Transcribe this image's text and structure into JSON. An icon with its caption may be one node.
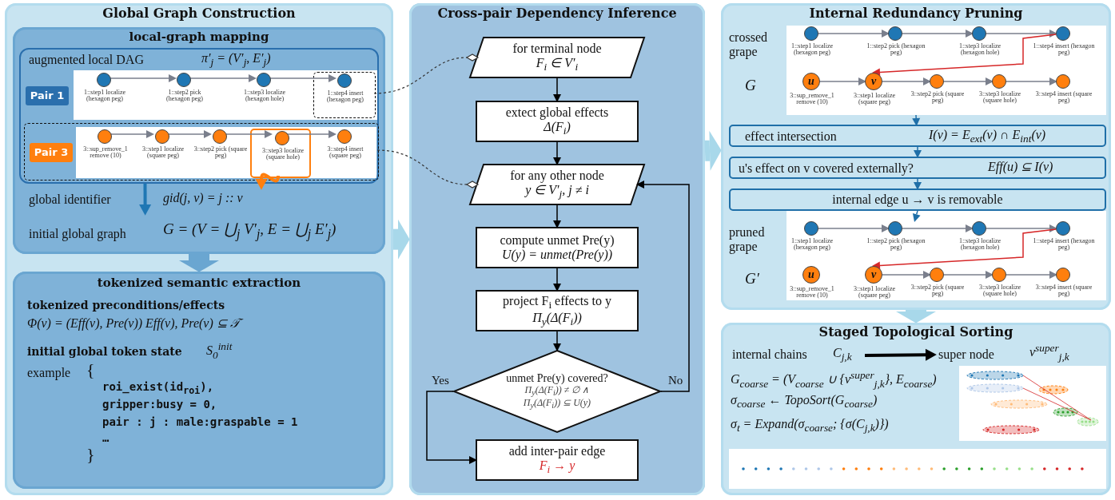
{
  "diagram": {
    "nodes": [
      {
        "text": [
          "Global Graph Construction"
        ]
      },
      {
        "text": [
          "local-graph mapping"
        ],
        "in": 0
      },
      {
        "text": [
          "augmented local DAG",
          "π′$_{j}$ = (V′$_{j}$, E′$_{j}$)"
        ],
        "in": 1
      },
      {
        "text": [
          "Pair 1"
        ],
        "in": 2
      },
      {
        "text": [],
        "shape": "circle",
        "in": 2,
        "beside": [
          "1::step1 localize (hexagon peg)"
        ]
      },
      {
        "text": [],
        "shape": "circle",
        "in": 2,
        "beside": [
          "1::step2 pick (hexagon peg)"
        ]
      },
      {
        "text": [],
        "shape": "circle",
        "in": 2,
        "beside": [
          "1::step3 localize (hexagon hole)"
        ]
      },
      {
        "text": [],
        "shape": "box",
        "in": 2
      },
      {
        "text": [],
        "shape": "circle",
        "in": 7,
        "beside": [
          "1::step4 insert (hexagon peg)"
        ]
      },
      {
        "text": [],
        "shape": "box",
        "in": 2
      },
      {
        "text": [
          "Pair 3"
        ],
        "in": 9
      },
      {
        "text": [],
        "shape": "circle",
        "in": 9,
        "beside": [
          "3::sup_remove_1 remove (10)"
        ]
      },
      {
        "text": [],
        "shape": "circle",
        "in": 9,
        "beside": [
          "3::step1 localize (square peg)"
        ]
      },
      {
        "text": [],
        "shape": "circle",
        "in": 9,
        "beside": [
          "3::step2 pick (square peg)"
        ]
      },
      {
        "text": [],
        "shape": "box",
        "in": 9
      },
      {
        "text": [],
        "shape": "circle",
        "in": 14,
        "beside": [
          "3::step3 localize (square hole)"
        ]
      },
      {
        "text": [],
        "shape": "circle",
        "in": 9,
        "beside": [
          "3::step4 insert (square peg)"
        ]
      },
      {
        "text": [
          "global identifier",
          "gid(j, v) = j :: v"
        ],
        "in": 1
      },
      {
        "text": [
          "initial global graph",
          "G = (V = ⋃$_{j}$ V′$_{j}$, E = ⋃$_{j}$ E′$_{j}$)"
        ],
        "in": 1
      },
      {
        "text": [
          "tokenized semantic extraction",
          "tokenized preconditions/effects",
          "Φ(v) = (Eff(v), Pre(v))    Eff(v), Pre(v) ⊆ 𝒯",
          "initial global token state",
          "S$_{0}$$^{init}$",
          "example",
          "{",
          "roi_exist(id$_{roi}$),",
          "gripper:busy = 0,",
          "pair : j : male:graspable = 1",
          "…",
          "}"
        ],
        "in": 0
      },
      {
        "text": [
          "Cross-pair Dependency Inference"
        ]
      },
      {
        "text": [
          "for terminal node",
          "F$_{i}$ ∈ V′$_{i}$"
        ],
        "in": 20
      },
      {
        "text": [
          "extect global effects",
          "Δ(F$_{i}$)"
        ],
        "in": 20
      },
      {
        "text": [
          "for any other node",
          "y ∈ V′$_{j}$, j ≠ i"
        ],
        "in": 20
      },
      {
        "text": [
          "compute unmet Pre(y)",
          "U(y) = unmet(Pre(y))"
        ],
        "in": 20
      },
      {
        "text": [
          "project F$_{i}$ effects to y",
          "Π$_{y}$(Δ(F$_{i}$))"
        ],
        "in": 20
      },
      {
        "text": [
          "unmet Pre(y) covered?",
          "Π$_{y}$(Δ(F$_{i}$)) ≠ ∅ ∧",
          "Π$_{y}$(Δ(F$_{i}$)) ⊆ U(y)"
        ],
        "in": 20
      },
      {
        "text": [
          "add inter-pair edge",
          "F$_{i}$ → y"
        ],
        "in": 20
      },
      {
        "text": [
          "Internal Redundancy Pruning"
        ]
      },
      {
        "text": [
          "crossed grape",
          "G"
        ],
        "in": 28
      },
      {
        "text": [],
        "shape": "circle",
        "in": 29,
        "beside": [
          "1::step1 localize (hexagon peg)"
        ]
      },
      {
        "text": [],
        "shape": "circle",
        "in": 29,
        "beside": [
          "1::step2 pick (hexagon peg)"
        ]
      },
      {
        "text": [],
        "shape": "circle",
        "in": 29,
        "beside": [
          "1::step3 localize (hexagon hole)"
        ]
      },
      {
        "text": [],
        "shape": "circle",
        "in": 29,
        "beside": [
          "1::step4 insert (hexagon peg)"
        ]
      },
      {
        "text": [
          "u"
        ],
        "in": 29,
        "beside": [
          "3::sup_remove_1 remove (10)"
        ]
      },
      {
        "text": [
          "v"
        ],
        "in": 29,
        "beside": [
          "3::step1 localize (square peg)"
        ]
      },
      {
        "text": [],
        "shape": "circle",
        "in": 29,
        "beside": [
          "3::step2 pick (square peg)"
        ]
      },
      {
        "text": [],
        "shape": "circle",
        "in": 29,
        "beside": [
          "3::step3 localize (square hole)"
        ]
      },
      {
        "text": [],
        "shape": "circle",
        "in": 29,
        "beside": [
          "3::step4 insert (square peg)"
        ]
      },
      {
        "text": [
          "effect intersection",
          "I(v) = E$_{ext}$(v) ∩ E$_{int}$(v)"
        ],
        "in": 28
      },
      {
        "text": [
          "u's effect on v covered externally?",
          "Eff(u) ⊆ I(v)"
        ],
        "in": 28
      },
      {
        "text": [
          "internal edge u → v is removable"
        ],
        "in": 28
      },
      {
        "text": [
          "pruned grape",
          "G′"
        ],
        "in": 28
      },
      {
        "text": [],
        "shape": "circle",
        "in": 42,
        "beside": [
          "1::step1 localize (hexagon peg)"
        ]
      },
      {
        "text": [],
        "shape": "circle",
        "in": 42,
        "beside": [
          "1::step2 pick (hexagon peg)"
        ]
      },
      {
        "text": [],
        "shape": "circle",
        "in": 42,
        "beside": [
          "1::step3 localize (hexagon hole)"
        ]
      },
      {
        "text": [],
        "shape": "circle",
        "in": 42,
        "beside": [
          "1::step4 insert (hexagon peg)"
        ]
      },
      {
        "text": [
          "u"
        ],
        "in": 42,
        "beside": [
          "3::sup_remove_1 remove (10)"
        ]
      },
      {
        "text": [
          "v"
        ],
        "in": 42,
        "beside": [
          "3::step1 localize (square peg)"
        ]
      },
      {
        "text": [],
        "shape": "circle",
        "in": 42,
        "beside": [
          "3::step2 pick (square peg)"
        ]
      },
      {
        "text": [],
        "shape": "circle",
        "in": 42,
        "beside": [
          "3::step3 localize (square hole)"
        ]
      },
      {
        "text": [],
        "shape": "circle",
        "in": 42,
        "beside": [
          "3::step4 insert (square peg)"
        ]
      },
      {
        "text": [
          "Staged Topological Sorting",
          "G$_{coarse}$ = (V$_{coarse}$ ∪ {v$^{super}$$_{j,k}$}, E$_{coarse}$)",
          "σ$_{coarse}$ ← TopoSort(G$_{coarse}$)",
          "σ$_{t}$ = Expand(σ$_{coarse}$; {σ(C$_{j,k}$)})"
        ]
      },
      {
        "text": [
          "internal chains",
          "C$_{j,k}$"
        ],
        "in": 52
      },
      {
        "text": [
          "super node",
          "v$^{super}$$_{j,k}$"
        ],
        "in": 52
      },
      {
        "text": [],
        "shape": "picture",
        "in": 52
      },
      {
        "text": [],
        "shape": "picture",
        "in": 52
      }
    ],
    "edges": [
      {
        "from": 4,
        "to": 5,
        "arrow": "to"
      },
      {
        "from": 5,
        "to": 6,
        "arrow": "to"
      },
      {
        "from": 6,
        "to": 8,
        "arrow": "to"
      },
      {
        "from": 11,
        "to": 12,
        "arrow": "to"
      },
      {
        "from": 12,
        "to": 13,
        "arrow": "to"
      },
      {
        "from": 13,
        "to": 15,
        "arrow": "to"
      },
      {
        "from": 15,
        "to": 16,
        "arrow": "to"
      },
      {
        "from": 7,
        "to": 21,
        "arrow": "other",
        "style": "dashed",
        "color": "#333333"
      },
      {
        "from": 9,
        "to": 23,
        "arrow": "other",
        "style": "dashed",
        "color": "#333333"
      },
      {
        "from": 14,
        "to": 17,
        "arrow": "to",
        "style": "thick",
        "color": "#ff7f0e"
      },
      {
        "from": 2,
        "to": 18,
        "arrow": "to",
        "style": "thick",
        "color": "#1f77b4"
      },
      {
        "from": 1,
        "to": 19,
        "arrow": "to",
        "style": "thick",
        "color": "#6aa6d1"
      },
      {
        "from": 0,
        "to": 20,
        "arrow": "to",
        "style": "thick",
        "color": "#a8d8ea"
      },
      {
        "from": 21,
        "to": 22,
        "arrow": "to",
        "color": "#000000"
      },
      {
        "from": 22,
        "to": 23,
        "arrow": "to",
        "color": "#000000"
      },
      {
        "from": 23,
        "to": 24,
        "arrow": "to",
        "color": "#000000"
      },
      {
        "from": 24,
        "to": 25,
        "arrow": "to",
        "color": "#000000"
      },
      {
        "from": 25,
        "to": 26,
        "arrow": "to",
        "color": "#000000"
      },
      {
        "from": 26,
        "to": 27,
        "arrow": "to",
        "label": "Yes",
        "color": "#000000"
      },
      {
        "from": 26,
        "to": 23,
        "arrow": "to",
        "label": "No",
        "color": "#000000"
      },
      {
        "from": 20,
        "to": 28,
        "arrow": "to",
        "style": "thick",
        "color": "#a8d8ea"
      },
      {
        "from": 30,
        "to": 31,
        "arrow": "to"
      },
      {
        "from": 31,
        "to": 32,
        "arrow": "to"
      },
      {
        "from": 32,
        "to": 33,
        "arrow": "to"
      },
      {
        "from": 34,
        "to": 35,
        "arrow": "to"
      },
      {
        "from": 35,
        "to": 36,
        "arrow": "to"
      },
      {
        "from": 36,
        "to": 37,
        "arrow": "to"
      },
      {
        "from": 37,
        "to": 38,
        "arrow": "to"
      },
      {
        "from": 33,
        "to": 35,
        "arrow": "to",
        "color": "#d62728"
      },
      {
        "from": 29,
        "to": 39,
        "arrow": "to",
        "color": "#1f6fa8"
      },
      {
        "from": 39,
        "to": 40,
        "arrow": "to",
        "color": "#1f6fa8"
      },
      {
        "from": 40,
        "to": 41,
        "arrow": "to",
        "color": "#1f6fa8"
      },
      {
        "from": 41,
        "to": 42,
        "arrow": "to",
        "color": "#1f6fa8"
      },
      {
        "from": 43,
        "to": 44,
        "arrow": "to"
      },
      {
        "from": 44,
        "to": 45,
        "arrow": "to"
      },
      {
        "from": 45,
        "to": 46,
        "arrow": "to"
      },
      {
        "from": 48,
        "to": 49,
        "arrow": "to"
      },
      {
        "from": 49,
        "to": 50,
        "arrow": "to"
      },
      {
        "from": 50,
        "to": 51,
        "arrow": "to"
      },
      {
        "from": 46,
        "to": 48,
        "arrow": "to",
        "color": "#d62728"
      },
      {
        "from": 28,
        "to": 52,
        "arrow": "to",
        "style": "thick",
        "color": "#a8d8ea"
      },
      {
        "from": 53,
        "to": 54,
        "arrow": "to",
        "style": "thick",
        "color": "#000000"
      }
    ]
  }
}
